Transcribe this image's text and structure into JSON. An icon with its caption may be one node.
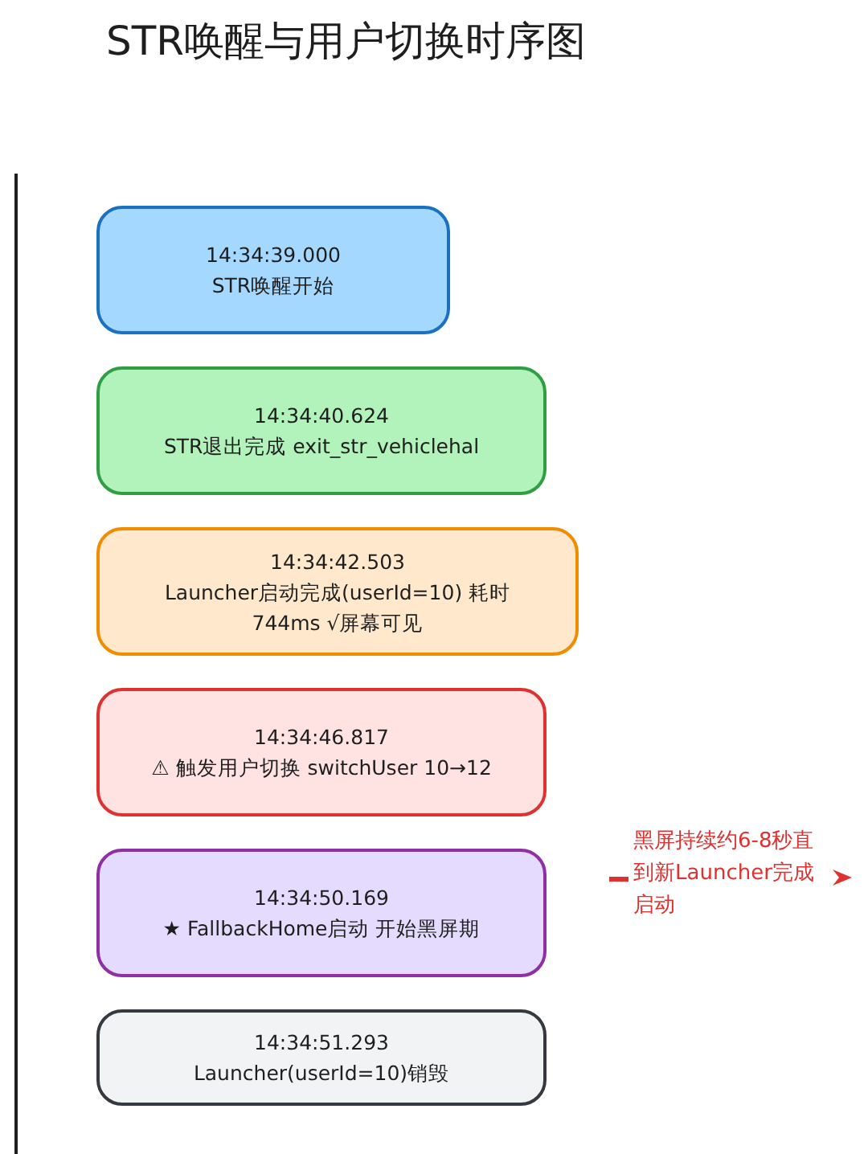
{
  "diagram": {
    "title": "STR唤醒与用户切换时序图",
    "nodes": [
      {
        "text": [
          "14:34:39.000",
          "STR唤醒开始"
        ]
      },
      {
        "text": [
          "14:34:40.624",
          "STR退出完成 exit_str_vehiclehal"
        ]
      },
      {
        "text": [
          "14:34:42.503",
          "Launcher启动完成(userId=10) 耗时744ms √屏幕可见"
        ]
      },
      {
        "text": [
          "14:34:46.817",
          "⚠ 触发用户切换 switchUser 10→12"
        ]
      },
      {
        "text": [
          "14:34:50.169",
          "★ FallbackHome启动 开始黑屏期"
        ]
      },
      {
        "text": [
          "14:34:51.293",
          "Launcher(userId=10)销毁"
        ]
      }
    ],
    "labels": [
      "黑屏持续约6-8秒直到新Launcher完成启动"
    ]
  }
}
